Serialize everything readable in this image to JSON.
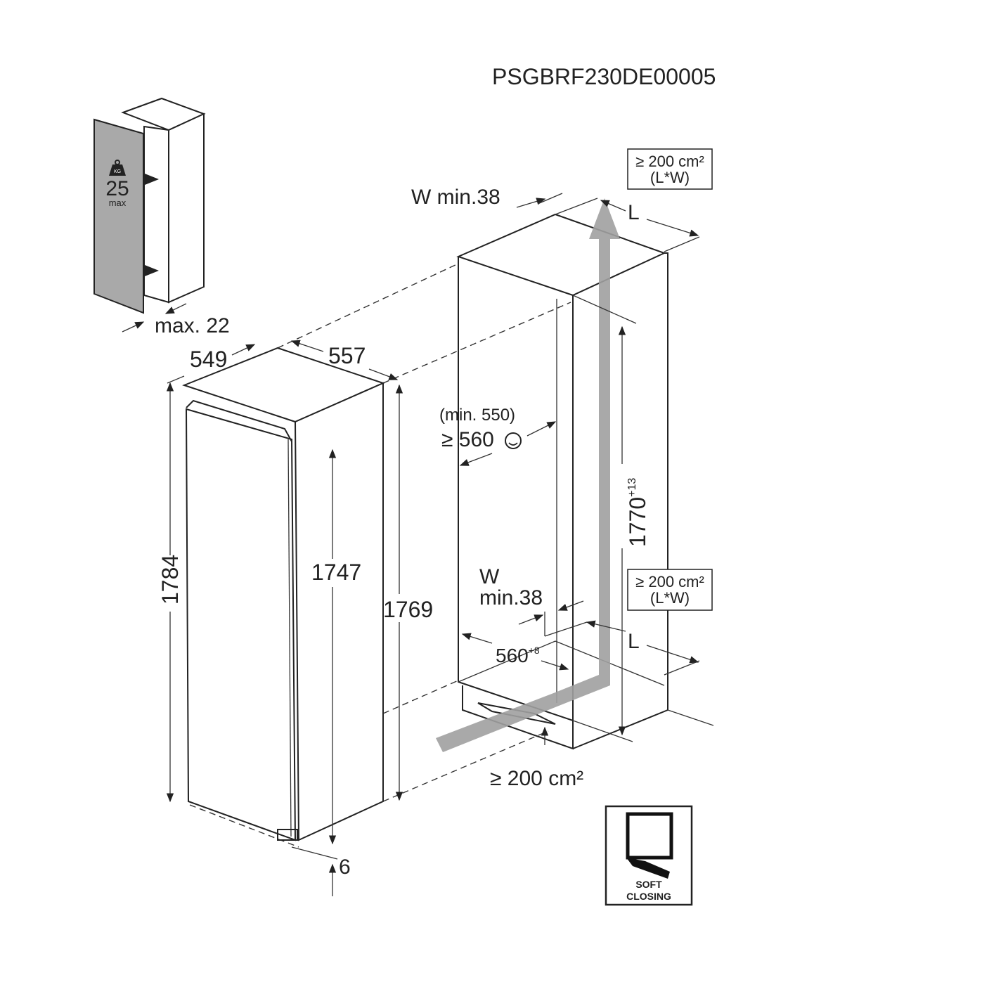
{
  "model_code": "PSGBRF230DE00005",
  "door_panel": {
    "weight_value": "25",
    "weight_unit": "max",
    "kg_icon_label": "KG",
    "thickness": "max. 22"
  },
  "appliance": {
    "width": "549",
    "depth": "557",
    "height_total": "1784",
    "height_body": "1747",
    "height_side": "1769",
    "bottom_offset": "6"
  },
  "niche": {
    "ventilation_top": {
      "area": "≥ 200 cm²",
      "formula": "(L*W)",
      "L": "L",
      "W": "W min.38"
    },
    "ventilation_bottom": {
      "area": "≥ 200 cm²",
      "formula": "(L*W)",
      "L": "L",
      "W_line1": "W",
      "W_line2": "min.38"
    },
    "depth_min": "(min. 550)",
    "depth_recommended": "≥ 560",
    "height": "1770",
    "height_tolerance": "+13",
    "width": "560",
    "width_tolerance": "+8",
    "plinth_vent": "≥ 200 cm²"
  },
  "badge": {
    "line1": "SOFT",
    "line2": "CLOSING"
  },
  "colors": {
    "panel": "#a9a9a9",
    "airflow": "#a0a0a0",
    "ink": "#222222"
  }
}
